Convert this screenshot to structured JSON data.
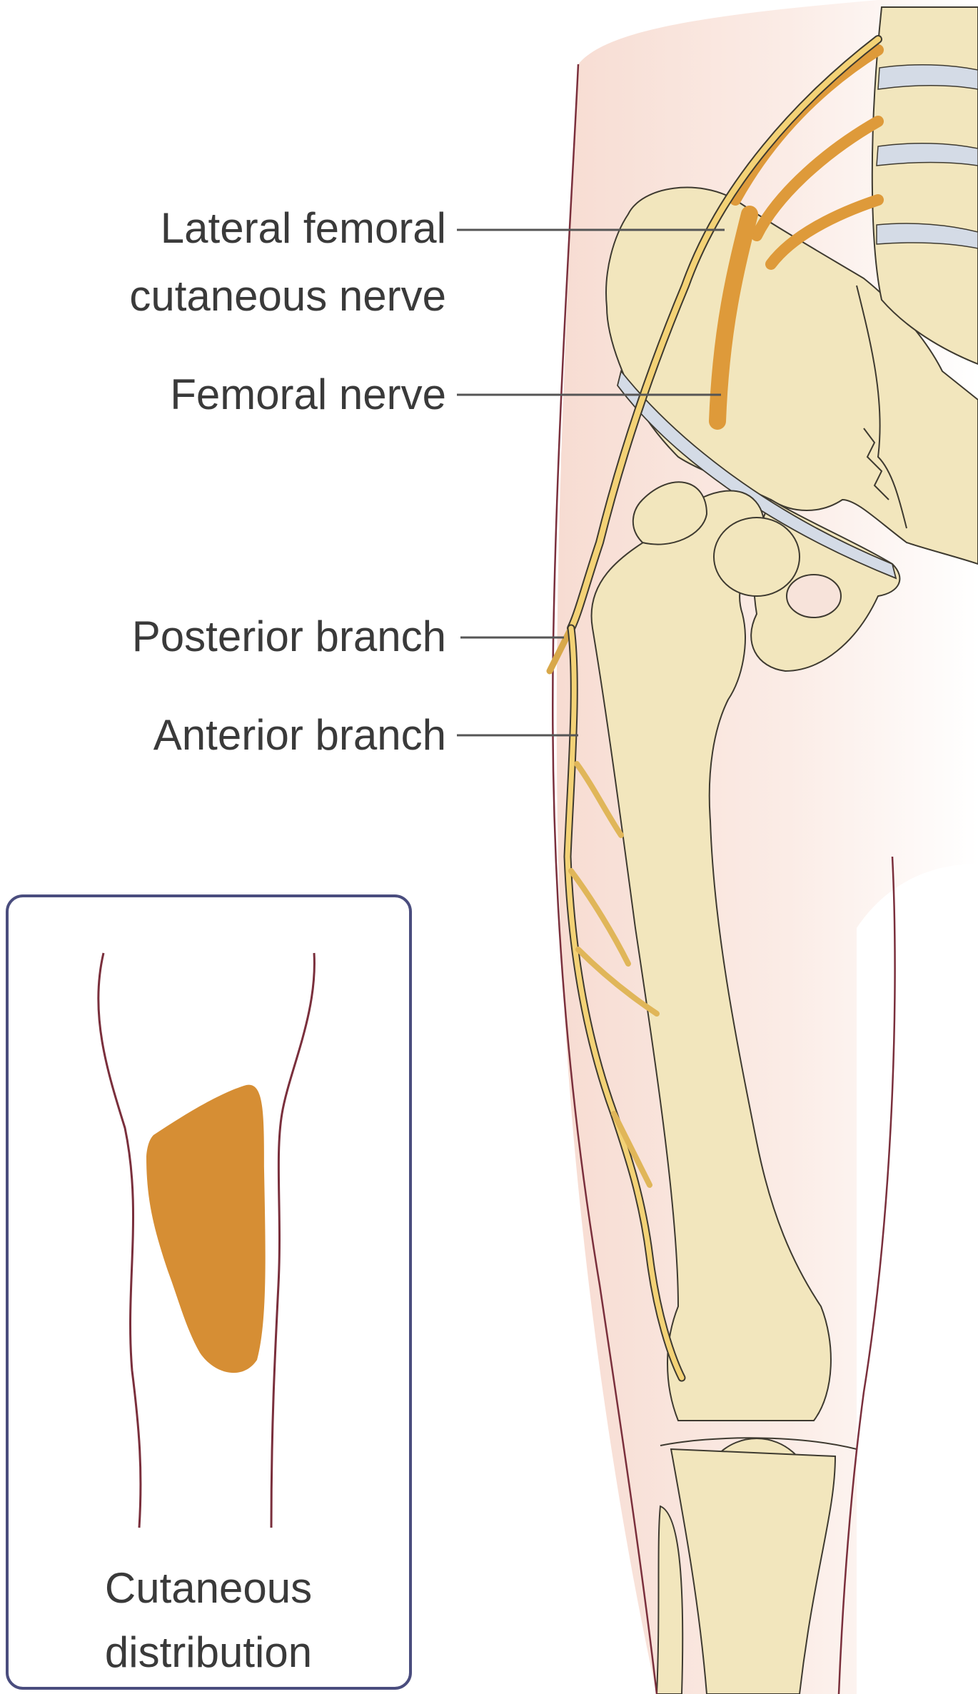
{
  "labels": {
    "lateral_femoral_line1": "Lateral femoral",
    "lateral_femoral_line2": "cutaneous nerve",
    "femoral_nerve": "Femoral nerve",
    "posterior_branch": "Posterior branch",
    "anterior_branch": "Anterior branch"
  },
  "inset": {
    "caption_line1": "Cutaneous",
    "caption_line2": "distribution"
  },
  "colors": {
    "bone": "#f2e6bd",
    "bone_outline": "#3e3a30",
    "skin_shade": "#f7e3da",
    "skin_outline": "#7a2f3c",
    "nerve_yellow": "#f3d276",
    "nerve_orange": "#de9a3a",
    "disc_blue": "#d4dbe6",
    "inset_border": "#4a4d7e",
    "cutaneous_area": "#d68e34",
    "leader_line": "#555555"
  }
}
